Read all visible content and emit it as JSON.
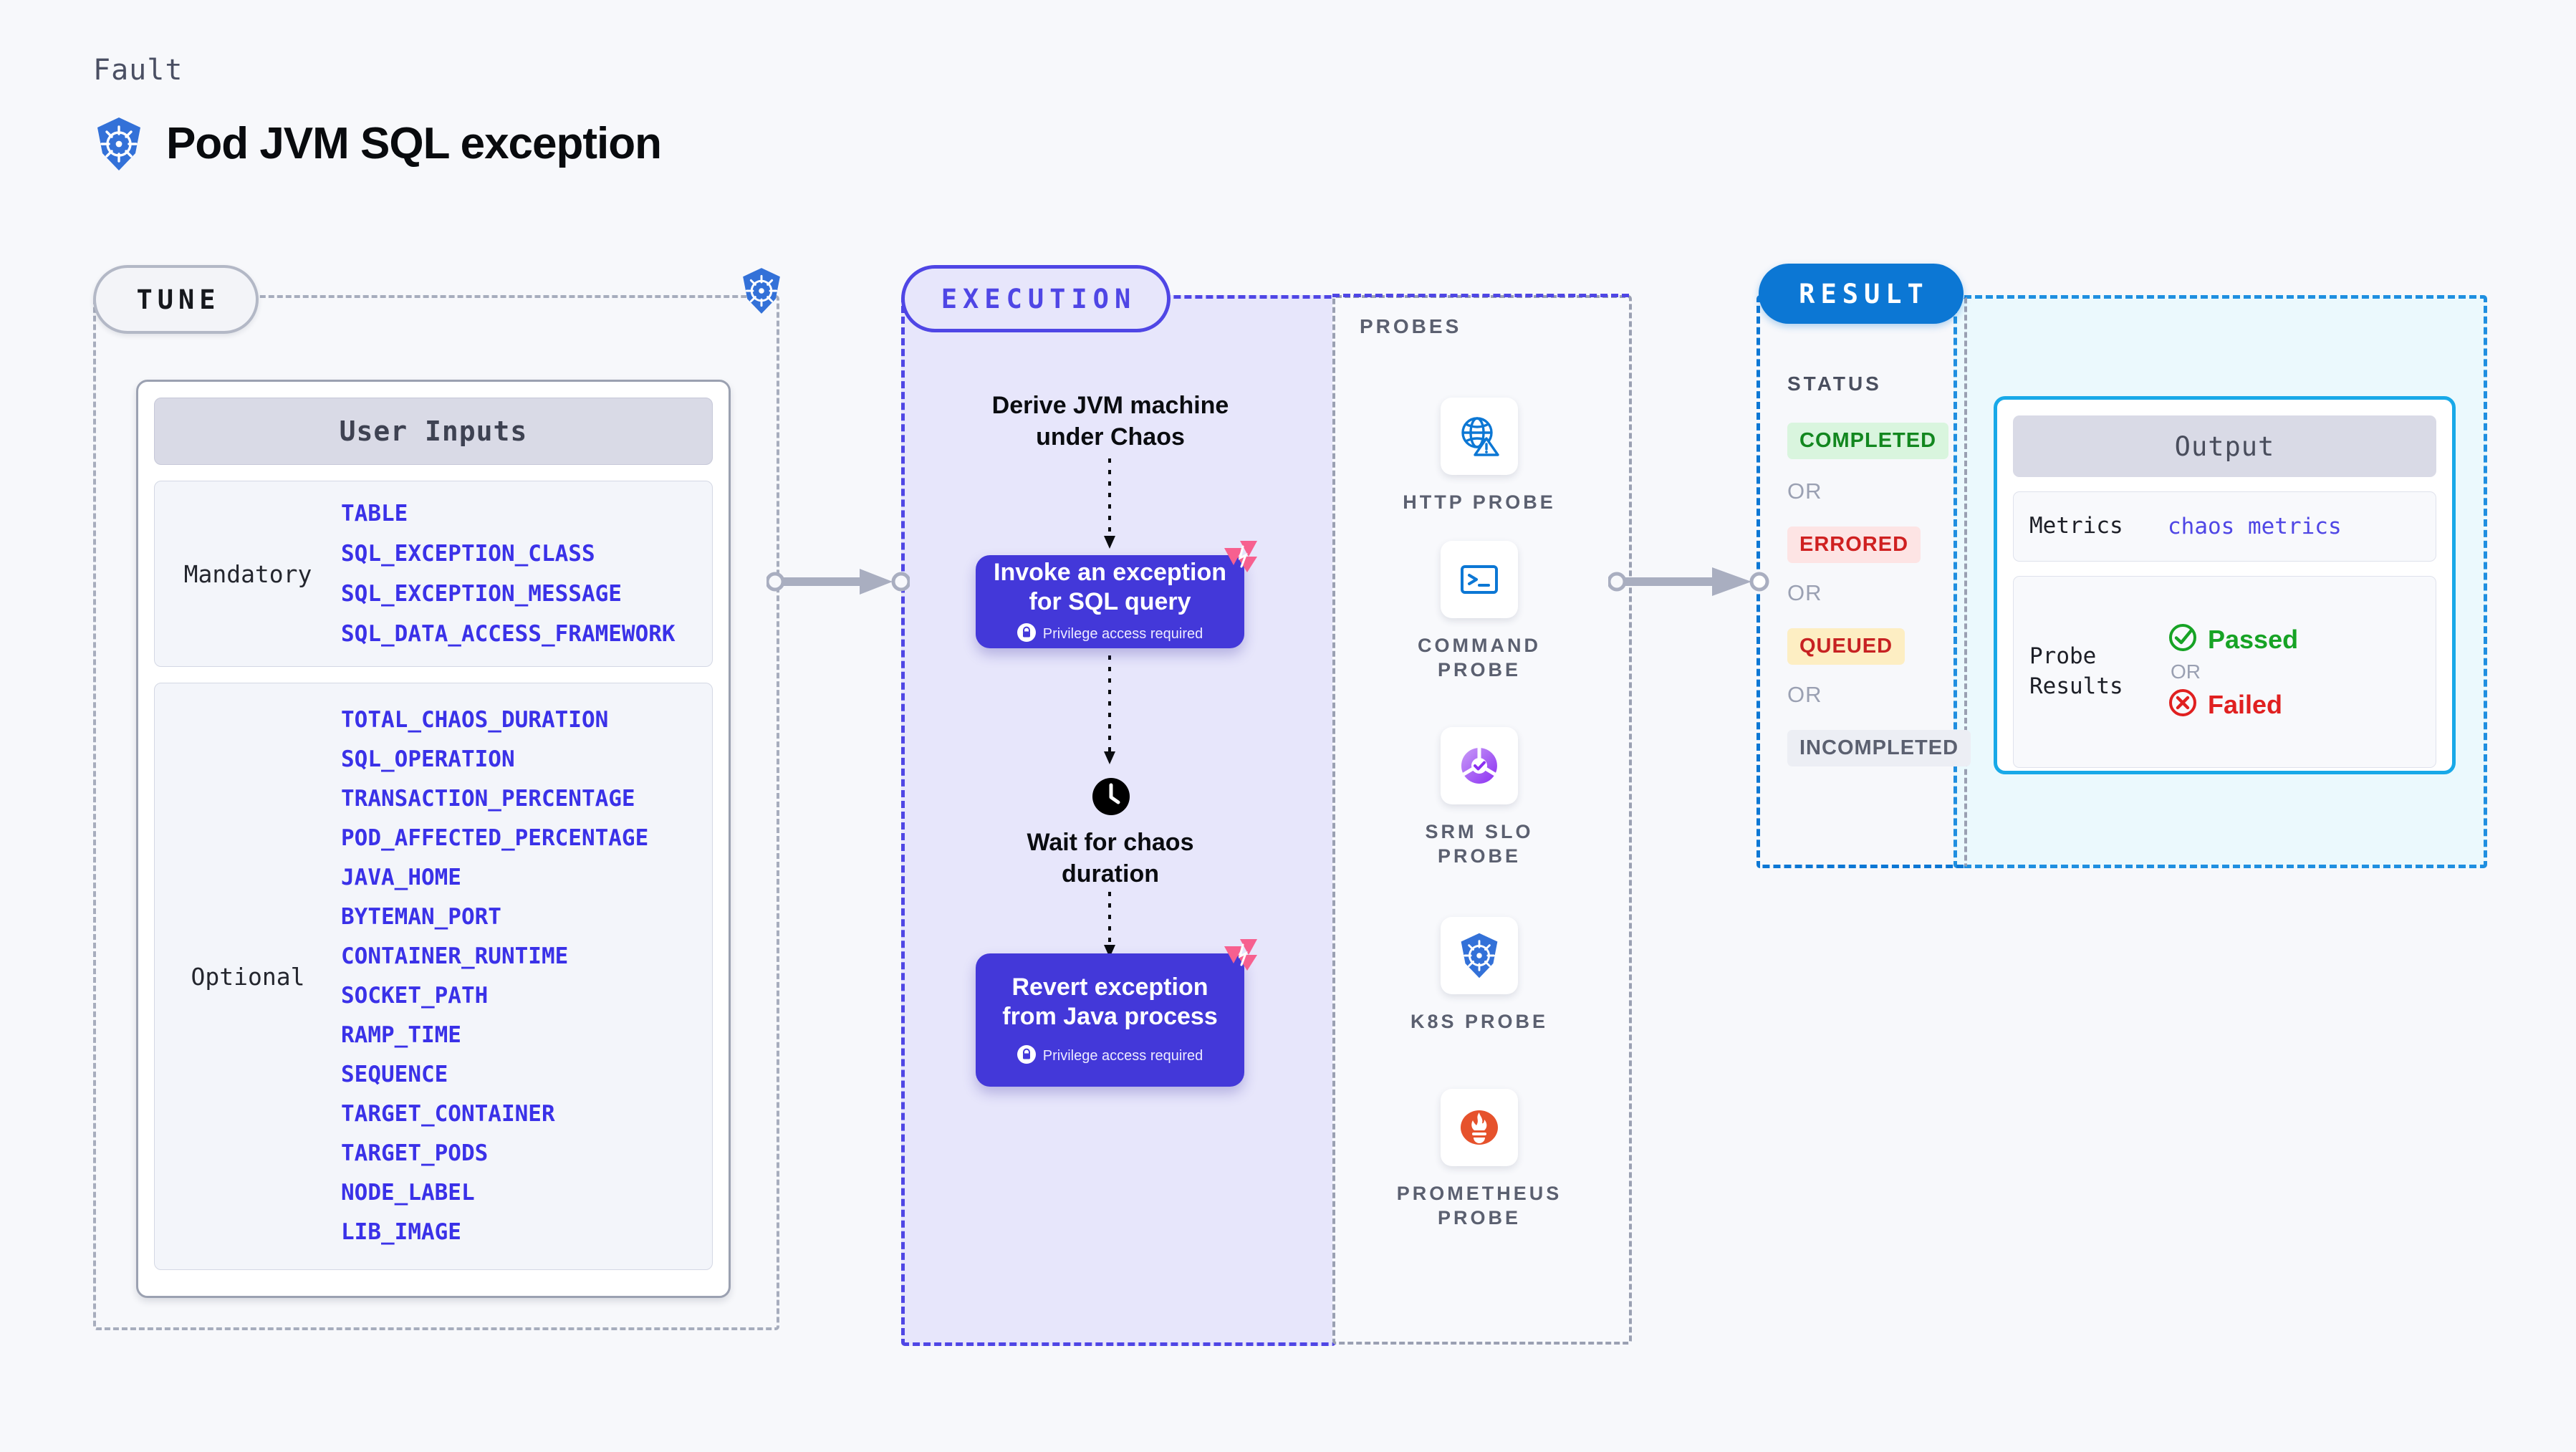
{
  "header": {
    "kicker": "Fault",
    "title": "Pod JVM SQL exception",
    "icon": "kubernetes-icon"
  },
  "tune": {
    "pill_label": "TUNE",
    "badge_icon": "kubernetes-icon",
    "card_title": "User Inputs",
    "mandatory": {
      "kind_label": "Mandatory",
      "params": [
        "TABLE",
        "SQL_EXCEPTION_CLASS",
        "SQL_EXCEPTION_MESSAGE",
        "SQL_DATA_ACCESS_FRAMEWORK"
      ]
    },
    "optional": {
      "kind_label": "Optional",
      "params": [
        "TOTAL_CHAOS_DURATION",
        "SQL_OPERATION",
        "TRANSACTION_PERCENTAGE",
        "POD_AFFECTED_PERCENTAGE",
        "JAVA_HOME",
        "BYTEMAN_PORT",
        "CONTAINER_RUNTIME",
        "SOCKET_PATH",
        "RAMP_TIME",
        "SEQUENCE",
        "TARGET_CONTAINER",
        "TARGET_PODS",
        "NODE_LABEL",
        "LIB_IMAGE"
      ]
    }
  },
  "execution": {
    "pill_label": "EXECUTION",
    "step1_text": "Derive JVM machine\nunder Chaos",
    "card1": {
      "title": "Invoke an exception\nfor SQL query",
      "privilege_note": "Privilege access required",
      "lock_icon": "lock-icon",
      "corner_icon": "litmus-chaos-icon"
    },
    "step2_text": "Wait for chaos\nduration",
    "step2_icon": "clock-icon",
    "card2": {
      "title": "Revert exception\nfrom Java process",
      "privilege_note": "Privilege access required",
      "lock_icon": "lock-icon",
      "corner_icon": "litmus-chaos-icon"
    }
  },
  "probes": {
    "section_label": "PROBES",
    "items": [
      {
        "name": "HTTP PROBE",
        "icon": "globe-warning-icon"
      },
      {
        "name": "COMMAND\nPROBE",
        "icon": "terminal-icon"
      },
      {
        "name": "SRM SLO\nPROBE",
        "icon": "slo-donut-check-icon"
      },
      {
        "name": "K8S PROBE",
        "icon": "kubernetes-icon"
      },
      {
        "name": "PROMETHEUS\nPROBE",
        "icon": "prometheus-icon"
      }
    ]
  },
  "result": {
    "pill_label": "RESULT",
    "status_label": "STATUS",
    "or_label": "OR",
    "statuses": [
      {
        "label": "COMPLETED",
        "color": "#12871f",
        "bg": "#d9f5de"
      },
      {
        "label": "ERRORED",
        "color": "#cf2020",
        "bg": "#fde4e4"
      },
      {
        "label": "QUEUED",
        "color": "#c72222",
        "bg": "#fdeec3"
      },
      {
        "label": "INCOMPLETED",
        "color": "#5b6070",
        "bg": "#eceef4"
      }
    ]
  },
  "output": {
    "card_title": "Output",
    "metrics_key": "Metrics",
    "metrics_value": "chaos metrics",
    "probe_results_key": "Probe\nResults",
    "passed_label": "Passed",
    "failed_label": "Failed",
    "or_label": "OR",
    "passed_icon": "check-circle-icon",
    "failed_icon": "x-circle-icon"
  },
  "colors": {
    "background": "#f7f8fb",
    "indigo": "#4f46e5",
    "card_indigo": "#4338d9",
    "k8s_blue": "#3371d8",
    "result_blue": "#0c77d4",
    "output_cyan": "#18a9e8",
    "pink": "#f7608f",
    "param_blue": "#3a31e8",
    "gray_dash": "#a7adbd"
  }
}
